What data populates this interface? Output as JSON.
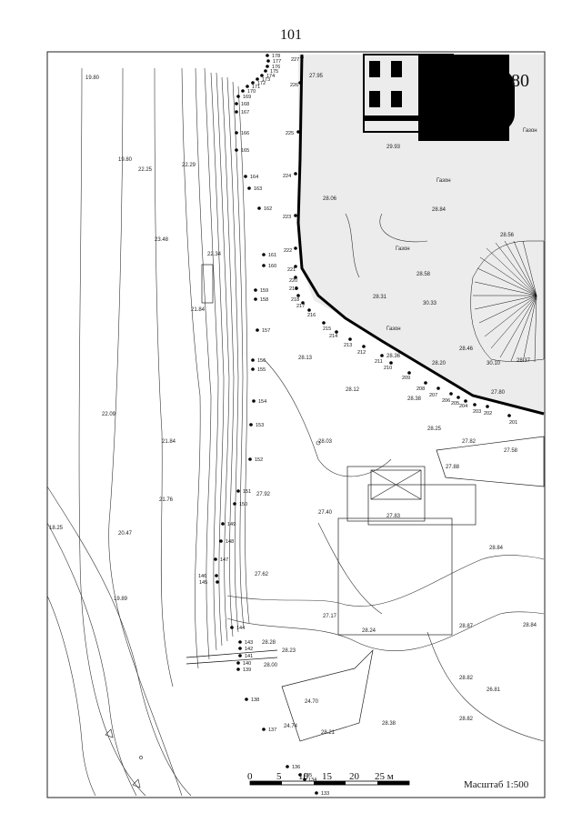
{
  "page": {
    "number": "101"
  },
  "map": {
    "scale_label": "Масштаб 1:500",
    "scale_ticks": [
      "0",
      "5",
      "10",
      "15",
      "20",
      "25 м"
    ],
    "building_number": "80",
    "area_labels": [
      "Газон",
      "Газон",
      "Газон",
      "Газон"
    ],
    "elevations": [
      "27.95",
      "29.93",
      "28.06",
      "28.84",
      "28.56",
      "28.58",
      "28.31",
      "30.33",
      "28.36",
      "28.20",
      "28.46",
      "30.10",
      "28.37",
      "28.13",
      "28.12",
      "27.80",
      "28.38",
      "28.03",
      "28.25",
      "27.82",
      "27.58",
      "27.88",
      "27.92",
      "27.40",
      "27.83",
      "27.62",
      "28.84",
      "27.17",
      "28.24",
      "28.87",
      "28.84",
      "28.82",
      "24.70",
      "28.38",
      "28.82",
      "26.81",
      "28.28",
      "28.00",
      "28.23",
      "24.74",
      "28.21"
    ],
    "contour_values": [
      "19.80",
      "19.80",
      "22.29",
      "22.25",
      "23.48",
      "22.34",
      "21.84",
      "22.09",
      "21.84",
      "21.76",
      "20.47",
      "19.89",
      "18.25"
    ],
    "station_points": [
      "136",
      "135",
      "134",
      "133",
      "137",
      "138",
      "139",
      "140",
      "141",
      "142",
      "143",
      "144",
      "145",
      "146",
      "147",
      "148",
      "149",
      "150",
      "151",
      "152",
      "153",
      "154",
      "155",
      "156",
      "157",
      "158",
      "159",
      "160",
      "161",
      "162",
      "163",
      "164",
      "165",
      "166",
      "167",
      "168",
      "169",
      "170",
      "171",
      "172",
      "173",
      "174",
      "175",
      "176",
      "177",
      "178"
    ],
    "boundary_points": [
      "201",
      "202",
      "203",
      "204",
      "205",
      "206",
      "207",
      "208",
      "209",
      "210",
      "211",
      "212",
      "213",
      "214",
      "215",
      "216",
      "217",
      "218",
      "219",
      "220",
      "221",
      "222",
      "223",
      "224",
      "225",
      "226",
      "227"
    ]
  }
}
